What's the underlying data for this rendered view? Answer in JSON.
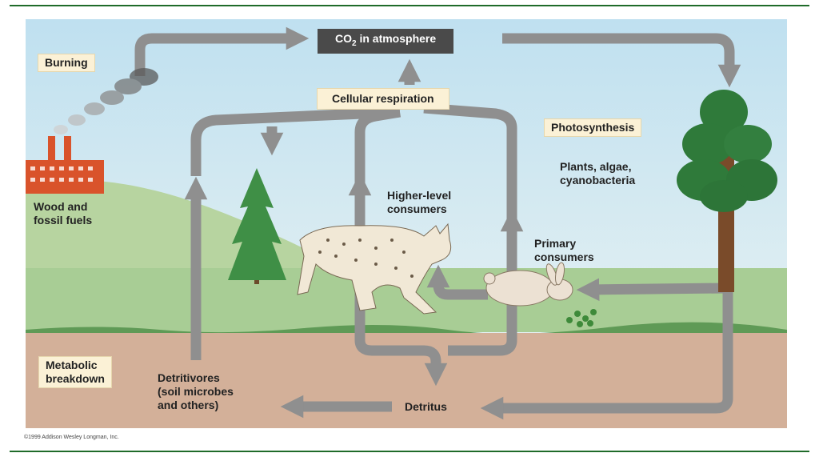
{
  "labels": {
    "co2_prefix": "CO",
    "co2_sub": "2",
    "co2_suffix": " in atmosphere",
    "burning": "Burning",
    "cellular_respiration": "Cellular respiration",
    "photosynthesis": "Photosynthesis",
    "plants": "Plants, algae,\ncyanobacteria",
    "higher_consumers": "Higher-level\nconsumers",
    "primary_consumers": "Primary\nconsumers",
    "wood_fuels": "Wood and\nfossil fuels",
    "metabolic": "Metabolic\nbreakdown",
    "detritivores": "Detritivores\n(soil microbes\nand others)",
    "detritus": "Detritus"
  },
  "copyright": "©1999 Addison Wesley Longman, Inc.",
  "colors": {
    "sky": "#cfe6f2",
    "hill": "#b9d6a3",
    "grass": "#9cc38a",
    "soil": "#d4b199",
    "arrow": "#8f8f8f",
    "label_box": "#fbf1d6",
    "header_box": "#4a4a4a",
    "tree": "#3a8a3e",
    "trunk": "#7a4b2a",
    "factory": "#d9532b",
    "accent_rule": "#1f6b2a"
  }
}
